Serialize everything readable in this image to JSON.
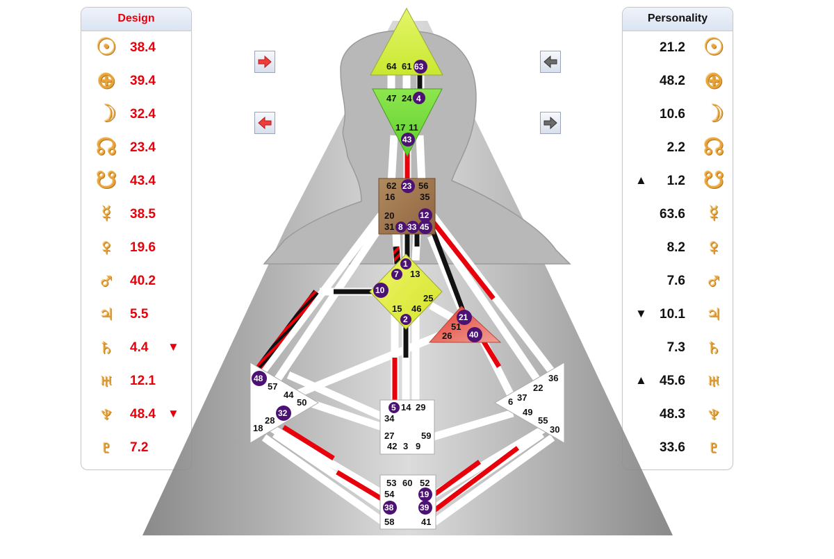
{
  "design": {
    "title": "Design",
    "rows": [
      {
        "icon": "sun-icon",
        "glyph": "☉",
        "value": "38.4",
        "mark": ""
      },
      {
        "icon": "earth-icon",
        "glyph": "⊕",
        "value": "39.4",
        "mark": ""
      },
      {
        "icon": "moon-icon",
        "glyph": "☽",
        "value": "32.4",
        "mark": ""
      },
      {
        "icon": "north-node-icon",
        "glyph": "☊",
        "value": "23.4",
        "mark": ""
      },
      {
        "icon": "south-node-icon",
        "glyph": "☋",
        "value": "43.4",
        "mark": ""
      },
      {
        "icon": "mercury-icon",
        "glyph": "☿",
        "value": "38.5",
        "mark": ""
      },
      {
        "icon": "venus-icon",
        "glyph": "♀",
        "value": "19.6",
        "mark": ""
      },
      {
        "icon": "mars-icon",
        "glyph": "♂",
        "value": "40.2",
        "mark": ""
      },
      {
        "icon": "jupiter-icon",
        "glyph": "♃",
        "value": "5.5",
        "mark": ""
      },
      {
        "icon": "saturn-icon",
        "glyph": "♄",
        "value": "4.4",
        "mark": "▼"
      },
      {
        "icon": "uranus-icon",
        "glyph": "♅",
        "value": "12.1",
        "mark": ""
      },
      {
        "icon": "neptune-icon",
        "glyph": "♆",
        "value": "48.4",
        "mark": "▼"
      },
      {
        "icon": "pluto-icon",
        "glyph": "♇",
        "value": "7.2",
        "mark": ""
      }
    ]
  },
  "personality": {
    "title": "Personality",
    "rows": [
      {
        "icon": "sun-icon",
        "glyph": "☉",
        "value": "21.2",
        "mark": ""
      },
      {
        "icon": "earth-icon",
        "glyph": "⊕",
        "value": "48.2",
        "mark": ""
      },
      {
        "icon": "moon-icon",
        "glyph": "☽",
        "value": "10.6",
        "mark": ""
      },
      {
        "icon": "north-node-icon",
        "glyph": "☊",
        "value": "2.2",
        "mark": ""
      },
      {
        "icon": "south-node-icon",
        "glyph": "☋",
        "value": "1.2",
        "mark": "▲"
      },
      {
        "icon": "mercury-icon",
        "glyph": "☿",
        "value": "63.6",
        "mark": ""
      },
      {
        "icon": "venus-icon",
        "glyph": "♀",
        "value": "8.2",
        "mark": ""
      },
      {
        "icon": "mars-icon",
        "glyph": "♂",
        "value": "7.6",
        "mark": ""
      },
      {
        "icon": "jupiter-icon",
        "glyph": "♃",
        "value": "10.1",
        "mark": "▼"
      },
      {
        "icon": "saturn-icon",
        "glyph": "♄",
        "value": "7.3",
        "mark": ""
      },
      {
        "icon": "uranus-icon",
        "glyph": "♅",
        "value": "45.6",
        "mark": "▲"
      },
      {
        "icon": "neptune-icon",
        "glyph": "♆",
        "value": "48.3",
        "mark": ""
      },
      {
        "icon": "pluto-icon",
        "glyph": "♇",
        "value": "33.6",
        "mark": ""
      }
    ]
  },
  "colors": {
    "design": "#e8000b",
    "personality": "#111111",
    "head": "#d9f24a",
    "ajna": "#7fe03a",
    "throat": "#a57a4e",
    "g": "#e3ee3a",
    "heart": "#e44b3c",
    "undefined": "#ffffff",
    "active_gate": "#4b1173"
  },
  "centers": {
    "head": {
      "gates": [
        "64",
        "61",
        "63"
      ]
    },
    "ajna": {
      "gates": [
        "47",
        "24",
        "4",
        "17",
        "11",
        "43"
      ]
    },
    "throat": {
      "gates": [
        "62",
        "23",
        "56",
        "16",
        "35",
        "20",
        "12",
        "31",
        "8",
        "33",
        "45"
      ]
    },
    "g": {
      "gates": [
        "1",
        "7",
        "13",
        "10",
        "25",
        "15",
        "46",
        "2"
      ]
    },
    "heart": {
      "gates": [
        "21",
        "51",
        "26",
        "40"
      ]
    },
    "spleen": {
      "gates": [
        "48",
        "57",
        "44",
        "50",
        "32",
        "28",
        "18"
      ]
    },
    "sacral": {
      "gates": [
        "5",
        "14",
        "29",
        "34",
        "27",
        "59",
        "42",
        "3",
        "9"
      ]
    },
    "solar_plexus": {
      "gates": [
        "36",
        "22",
        "37",
        "6",
        "49",
        "55",
        "30"
      ]
    },
    "root": {
      "gates": [
        "53",
        "60",
        "52",
        "54",
        "19",
        "38",
        "39",
        "58",
        "41"
      ]
    }
  },
  "active_gates": [
    "63",
    "4",
    "43",
    "23",
    "12",
    "8",
    "33",
    "45",
    "1",
    "7",
    "10",
    "2",
    "21",
    "40",
    "48",
    "32",
    "5",
    "19",
    "38",
    "39"
  ]
}
